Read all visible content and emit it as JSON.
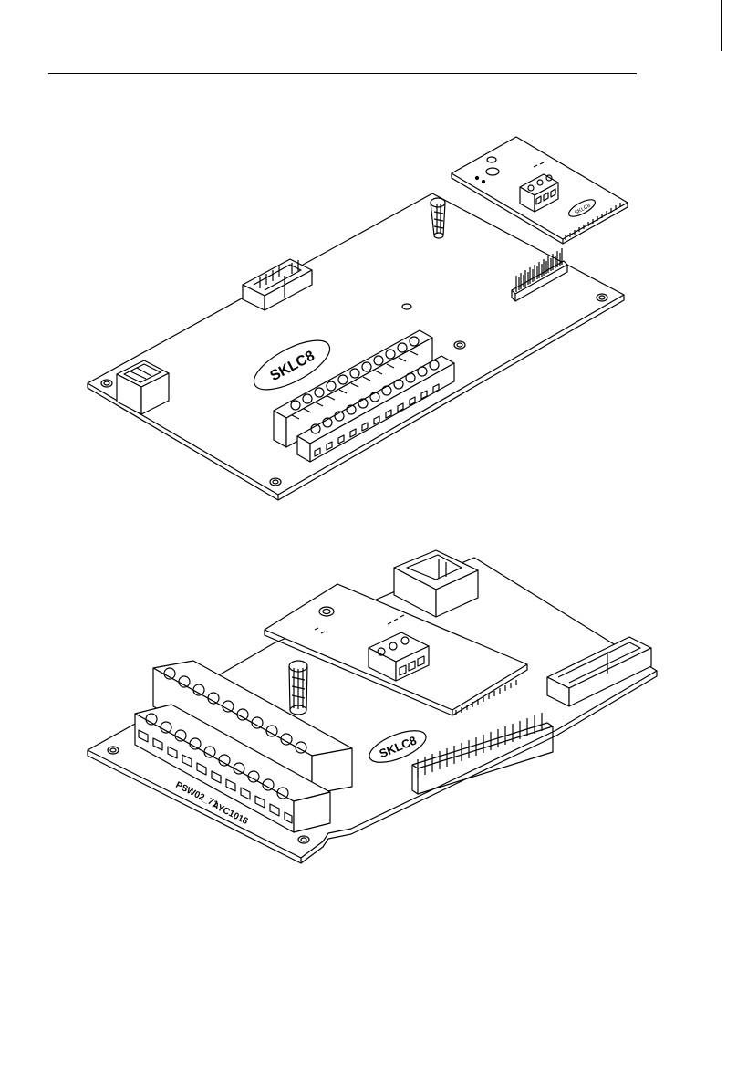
{
  "page": {
    "line_color": "#000000",
    "background": "#ffffff"
  },
  "figure_top": {
    "main_board_logo": "SKLC8",
    "daughter_board_logo": "SKLC8"
  },
  "figure_bottom": {
    "main_board_logo": "SKLC8",
    "silkscreen_left": "PSW02_71",
    "silkscreen_right": "AYC1018"
  }
}
